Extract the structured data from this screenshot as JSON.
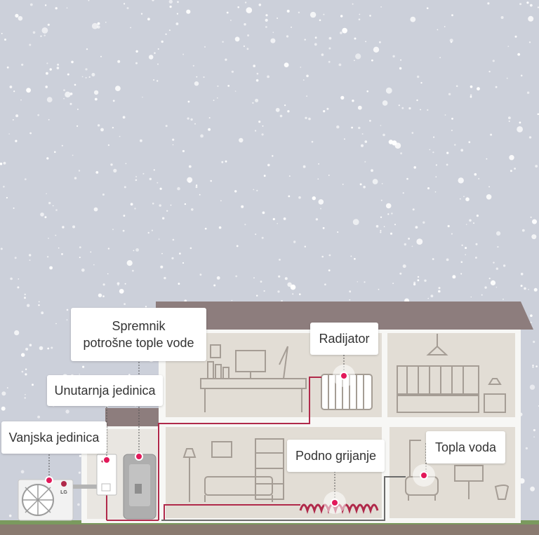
{
  "labels": {
    "tank_line1": "Spremnik",
    "tank_line2": "potrošne tople vode",
    "indoor_unit": "Unutarnja jedinica",
    "outdoor_unit": "Vanjska jedinica",
    "radiator": "Radijator",
    "floor_heating": "Podno grijanje",
    "hot_water": "Topla voda"
  },
  "outdoor_unit_brand": "LG",
  "colors": {
    "sky": "#ccd0da",
    "roof": "#8d7d7d",
    "wall": "#f7f7f5",
    "room": "#e2ddd5",
    "line_art": "#a59d95",
    "pipe": "#b0294a",
    "hotspot": "#e2195a",
    "ground": "#7a9a5e",
    "soil": "#8a7a70"
  }
}
